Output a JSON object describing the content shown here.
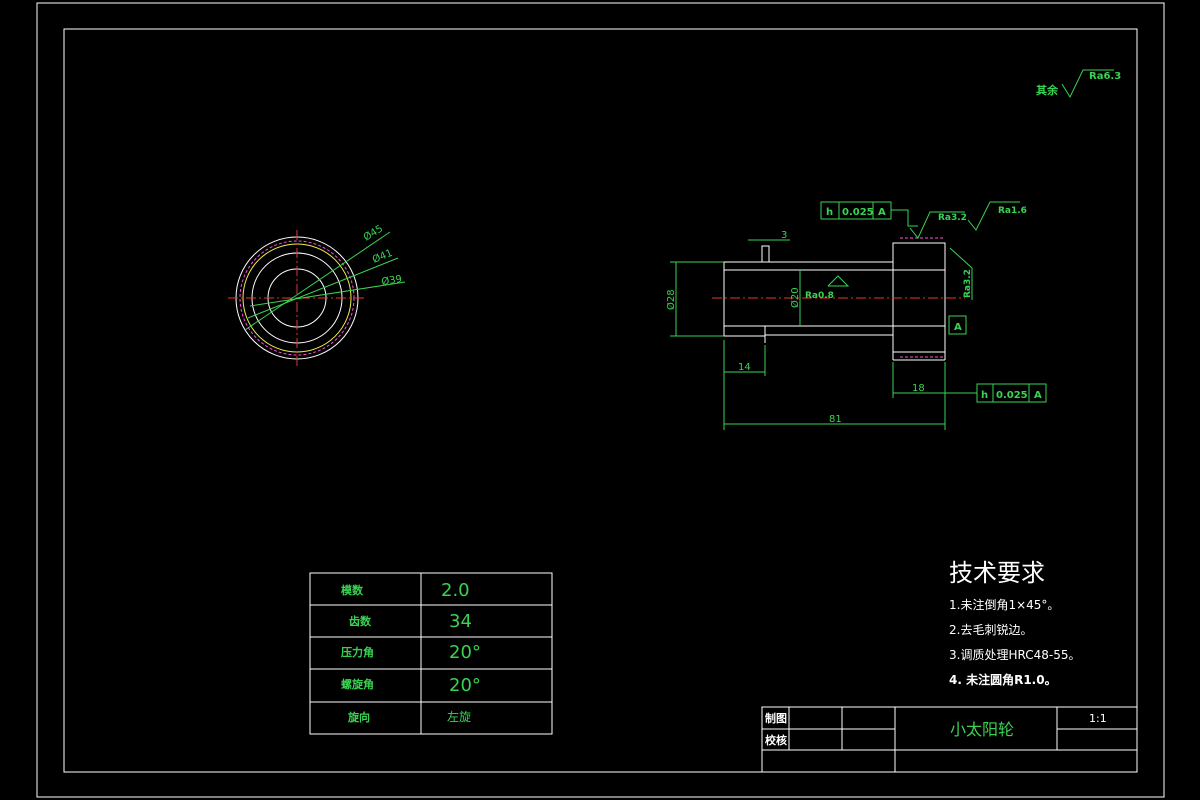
{
  "surface_finish_general": {
    "prefix": "其余",
    "value": "Ra6.3"
  },
  "front_view": {
    "dims": {
      "d1": "Ø45",
      "d2": "Ø41",
      "d3": "Ø39"
    }
  },
  "section_view": {
    "tolerance_top": {
      "symbol": "h",
      "value": "0.025",
      "datum": "A"
    },
    "tolerance_bottom": {
      "symbol": "h",
      "value": "0.025",
      "datum": "A"
    },
    "datum_label": "A",
    "roughness": {
      "r1": "Ra3.2",
      "r2": "Ra1.6",
      "r3": "Ra0.8",
      "r4": "Ra3.2"
    },
    "dims": {
      "slot": "3",
      "outer_dia": "Ø28",
      "inner_dia": "Ø20",
      "left_len": "14",
      "gear_len": "18",
      "total_len": "81"
    }
  },
  "param_table": {
    "rows": [
      {
        "label": "模数",
        "value": "2.0"
      },
      {
        "label": "齿数",
        "value": "34"
      },
      {
        "label": "压力角",
        "value": "20°"
      },
      {
        "label": "螺旋角",
        "value": "20°"
      },
      {
        "label": "旋向",
        "value": "左旋"
      }
    ]
  },
  "tech_requirements": {
    "title": "技术要求",
    "items": [
      "1.未注倒角1×45°。",
      "2.去毛刺锐边。",
      "3.调质处理HRC48-55。",
      "4. 未注圆角R1.0。"
    ]
  },
  "title_block": {
    "draw_label": "制图",
    "check_label": "校核",
    "part_name": "小太阳轮",
    "scale": "1:1"
  }
}
